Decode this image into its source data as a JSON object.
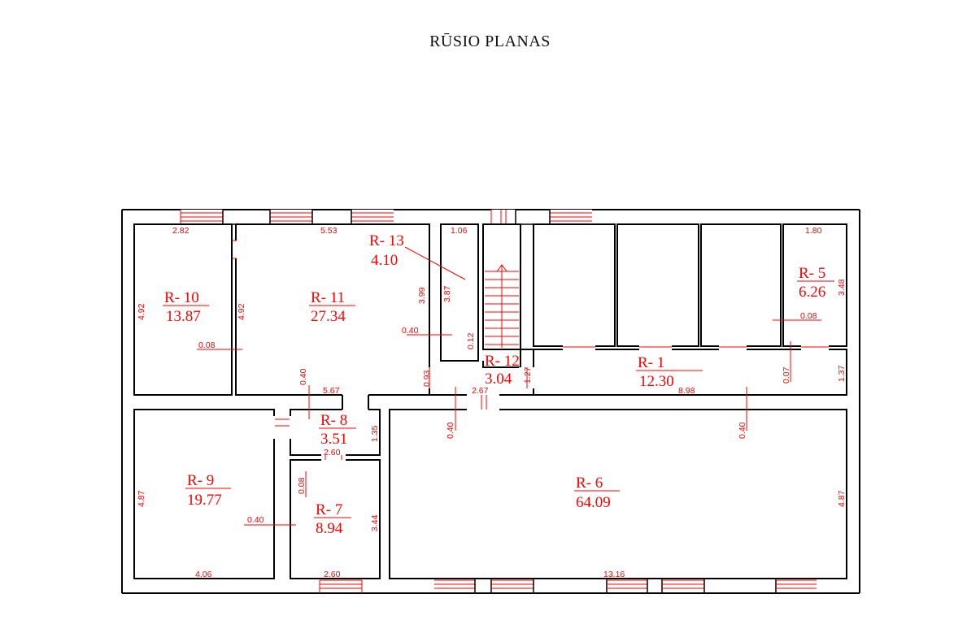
{
  "title": "RŪSIO PLANAS",
  "rooms": [
    {
      "id": "R- 10",
      "area": "13.87"
    },
    {
      "id": "R- 11",
      "area": "27.34"
    },
    {
      "id": "R- 13",
      "area": "4.10"
    },
    {
      "id": "R- 5",
      "area": "6.26"
    },
    {
      "id": "R- 12",
      "area": "3.04"
    },
    {
      "id": "R- 1",
      "area": "12.30"
    },
    {
      "id": "R- 8",
      "area": "3.51"
    },
    {
      "id": "R- 9",
      "area": "19.77"
    },
    {
      "id": "R- 7",
      "area": "8.94"
    },
    {
      "id": "R- 6",
      "area": "64.09"
    }
  ],
  "dimensions": {
    "r10_width": "2.82",
    "r10_height": "4.92",
    "r10_wall": "0.08",
    "r11_width": "5.53",
    "r11_height_left": "4.92",
    "r11_height_right": "3.99",
    "r11_wall": "0.40",
    "r11_bottom": "5.67",
    "closet_width": "1.06",
    "closet_height": "3.87",
    "closet_wall": "0.12",
    "r5_width": "1.80",
    "r5_height": "3.48",
    "r5_wall": "0.08",
    "r12_left": "0.93",
    "r12_width": "2.67",
    "r12_right": "1.27",
    "r1_width": "8.98",
    "r1_height": "1.37",
    "r1_wall": "0.07",
    "r8_top_wall": "0.40",
    "r8_height": "1.35",
    "r8_width": "2.60",
    "r6_wall_left": "0.40",
    "r6_wall_right": "0.40",
    "r6_width": "13.16",
    "r6_height": "4.87",
    "r9_height": "4.87",
    "r9_width": "4.06",
    "r9_wall": "0.40",
    "r7_wall": "0.08",
    "r7_height": "3.44",
    "r7_width": "2.60"
  }
}
